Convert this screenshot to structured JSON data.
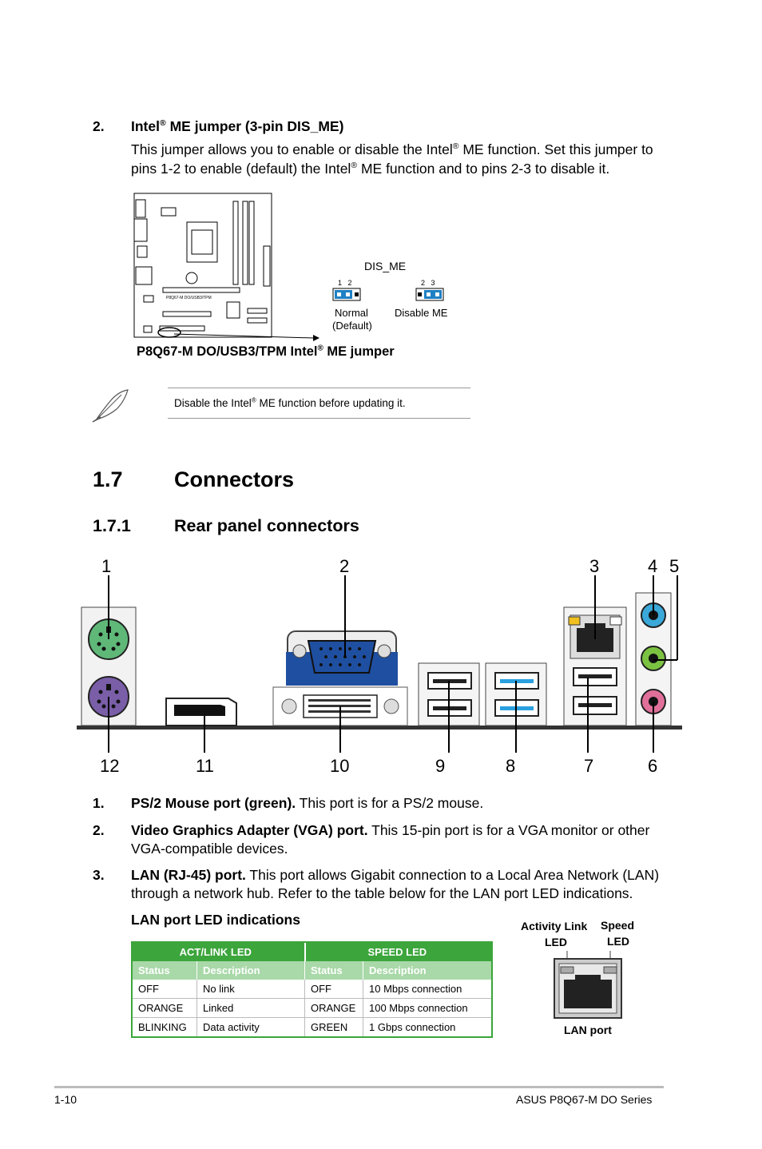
{
  "jumper": {
    "num": "2.",
    "heading_a": "Intel",
    "heading_b": "ME jumper (3-pin DIS_ME)",
    "desc_1a": "This jumper allows you to enable or disable the Intel",
    "desc_1b": "ME function. Set this jumper to",
    "desc_2a": "pins 1-2 to enable (default) the Intel",
    "desc_2b": "ME function and to pins 2-3 to disable it.",
    "dis_me_label": "DIS_ME",
    "pins_normal": "1   2",
    "pins_disable": "2   3",
    "normal_label": "Normal",
    "default_label": "(Default)",
    "disable_label": "Disable ME",
    "board_label": "P8Q67-M DO/USB3/TPM",
    "caption_a": "P8Q67-M DO/USB3/TPM Intel",
    "caption_b": "ME jumper",
    "reg": "®"
  },
  "note": {
    "text_a": "Disable the Intel",
    "text_b": "ME function before updating it."
  },
  "section": {
    "num": "1.7",
    "title": "Connectors"
  },
  "subsection": {
    "num": "1.7.1",
    "title": "Rear panel connectors"
  },
  "callouts": {
    "top": [
      "1",
      "2",
      "3",
      "4",
      "5"
    ],
    "bottom": [
      "12",
      "11",
      "10",
      "9",
      "8",
      "7",
      "6"
    ]
  },
  "items": [
    {
      "num": "1.",
      "title": "PS/2 Mouse port (green).",
      "text": " This port is for a PS/2 mouse."
    },
    {
      "num": "2.",
      "title": "Video Graphics Adapter (VGA) port.",
      "text": " This 15-pin port is for a VGA monitor or other",
      "text2": "VGA-compatible devices."
    },
    {
      "num": "3.",
      "title": "LAN (RJ-45) port.",
      "text": " This port allows Gigabit connection to a Local Area Network (LAN)",
      "text2": "through a network hub. Refer to the table below for the LAN port LED indications."
    }
  ],
  "led_heading": "LAN port LED indications",
  "led_table": {
    "group_headers": [
      "ACT/LINK LED",
      "SPEED LED"
    ],
    "col_headers": [
      "Status",
      "Description",
      "Status",
      "Description"
    ],
    "rows": [
      [
        "OFF",
        "No link",
        "OFF",
        "10 Mbps connection"
      ],
      [
        "ORANGE",
        "Linked",
        "ORANGE",
        "100 Mbps connection"
      ],
      [
        "BLINKING",
        "Data activity",
        "GREEN",
        "1 Gbps connection"
      ]
    ]
  },
  "lan_diagram": {
    "activity_1": "Activity Link",
    "activity_2": "LED",
    "speed_1": "Speed",
    "speed_2": "LED",
    "port": "LAN port"
  },
  "footer": {
    "page": "1-10",
    "title": "ASUS P8Q67-M DO Series"
  },
  "colors": {
    "table_green": "#3ca53c",
    "table_light": "#a9d8a9",
    "jumper_blue": "#1f80c4",
    "ps2_green": "#5fb878",
    "ps2_purple": "#7a5ea8",
    "vga_blue": "#1f4fa0",
    "audio_blue": "#3aa8d8",
    "audio_green": "#7cc242",
    "audio_pink": "#e0709a"
  }
}
